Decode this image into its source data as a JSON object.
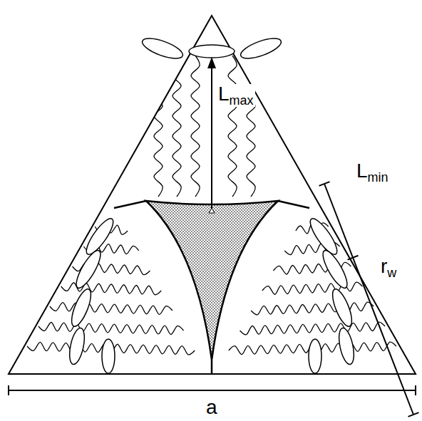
{
  "diagram": {
    "labels": [
      "Lmax",
      "Lmin",
      "rw",
      "a"
    ]
  }
}
